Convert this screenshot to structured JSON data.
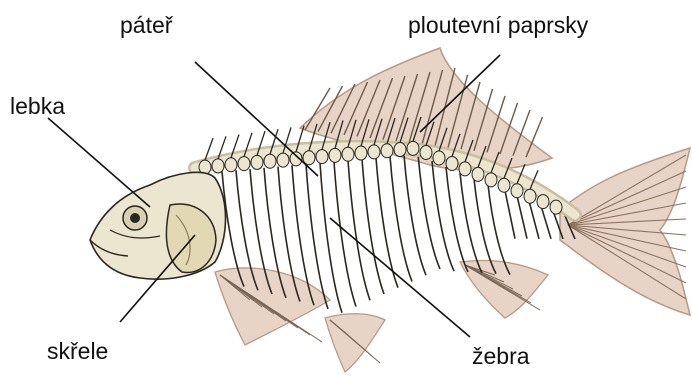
{
  "labels": {
    "pater": "páteř",
    "paprsky": "ploutevní paprsky",
    "lebka": "lebka",
    "skrele": "skřele",
    "zebra": "žebra"
  },
  "illustration": {
    "subject": "fish-skeleton",
    "colors": {
      "bone": "#ece5cf",
      "bone_shade": "#c9bea0",
      "outline": "#2a2620",
      "fin": "#e7d4c6",
      "fin_shade": "#b79a86",
      "leader": "#111111"
    }
  }
}
